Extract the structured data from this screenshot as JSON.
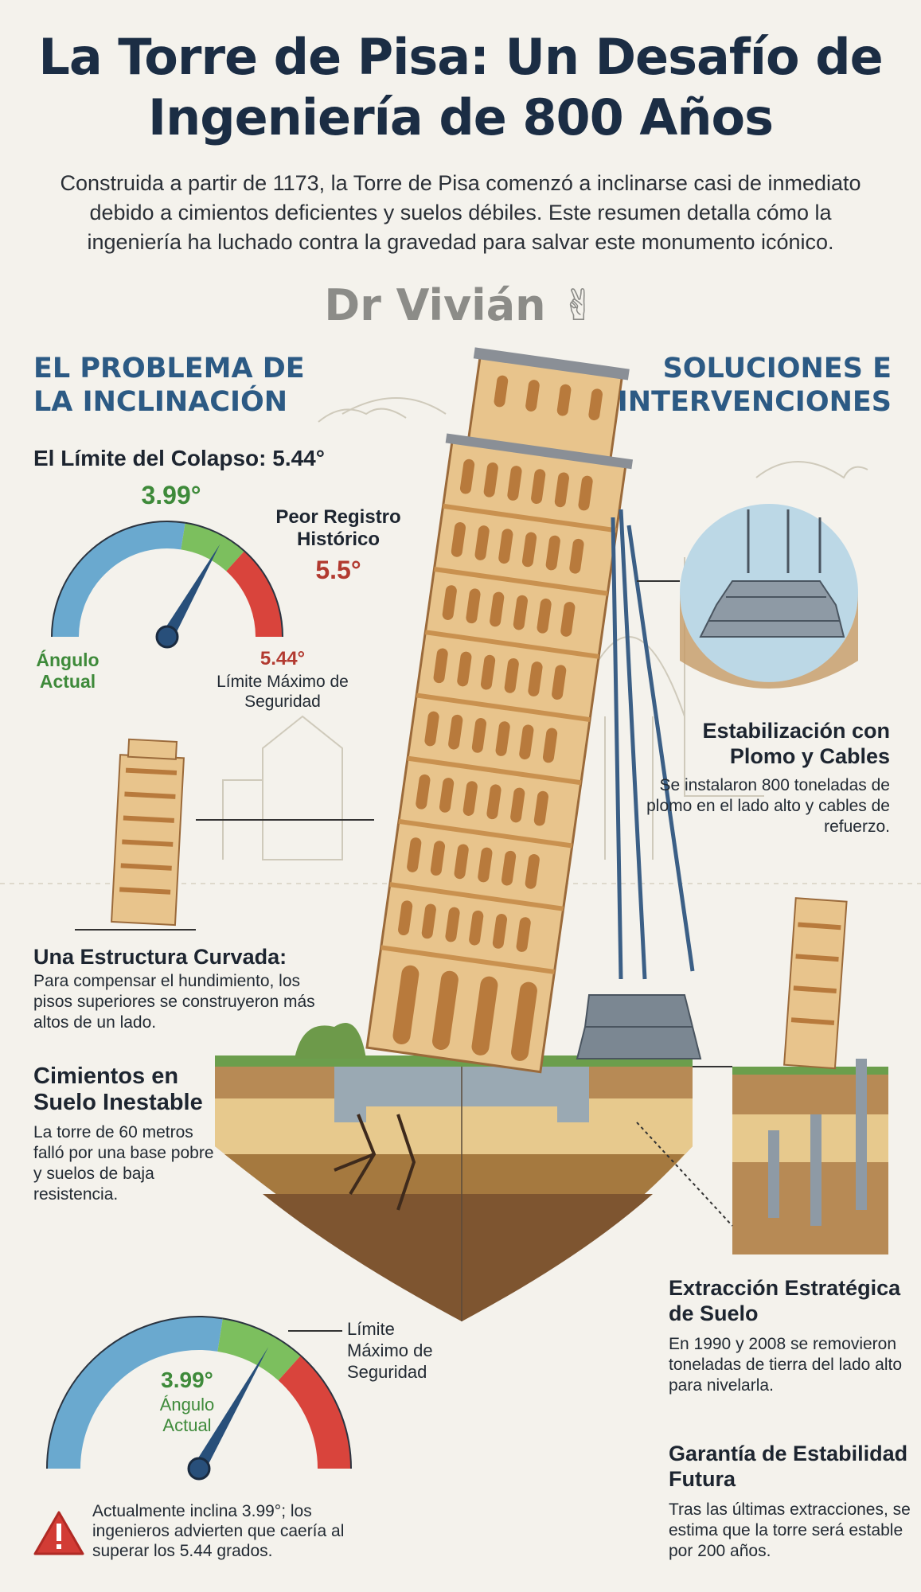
{
  "title": "La Torre de Pisa: Un Desafío de Ingeniería de 800 Años",
  "intro": "Construida a partir de 1173, la Torre de Pisa comenzó a inclinarse casi de inmediato debido a cimientos deficientes y suelos débiles. Este resumen detalla cómo la ingeniería ha luchado contra la gravedad para salvar este monumento icónico.",
  "author": "Dr Vivián ✌",
  "left_section": {
    "heading": "EL PROBLEMA DE LA INCLINACIÓN",
    "limit_heading": "El Límite del Colapso: 5.44°",
    "gauge_top": {
      "current_value": "3.99°",
      "current_label": "Ángulo Actual",
      "worst_label": "Peor Registro Histórico",
      "worst_value": "5.5°",
      "max_value": "5.44°",
      "max_label": "Límite Máximo de Seguridad",
      "current_level": 3.99,
      "scale_max": 6.0,
      "colors": {
        "safe": "#6aa9cf",
        "caution": "#7cbf5e",
        "danger": "#d9443c",
        "needle": "#284f7a"
      }
    },
    "curved": {
      "title": "Una Estructura Curvada:",
      "text": "Para compensar el hundimiento, los pisos superiores se construyeron más altos de un lado."
    },
    "foundations": {
      "title": "Cimientos en Suelo Inestable",
      "text": "La torre de 60 metros falló por una base pobre y suelos de baja resistencia."
    },
    "gauge_bottom": {
      "current_value": "3.99°",
      "current_label": "Ángulo Actual",
      "max_label": "Límite Máximo de Seguridad"
    },
    "warning": {
      "icon": "warning-triangle-icon",
      "text": "Actualmente inclina 3.99°; los ingenieros advierten que caería al superar los 5.44 grados."
    }
  },
  "right_section": {
    "heading": "SOLUCIONES E INTERVENCIONES",
    "lead": {
      "title": "Estabilización con Plomo y Cables",
      "text": "Se instalaron 800 toneladas de plomo en el lado alto y cables de refuerzo."
    },
    "soil": {
      "title": "Extracción Estratégica de Suelo",
      "text": "En 1990 y 2008 se removieron toneladas de tierra del lado alto para nivelarla."
    },
    "future": {
      "title": "Garantía de Estabilidad Futura",
      "text": "Tras las últimas extracciones, se estima que la torre será estable por 200 años."
    }
  }
}
